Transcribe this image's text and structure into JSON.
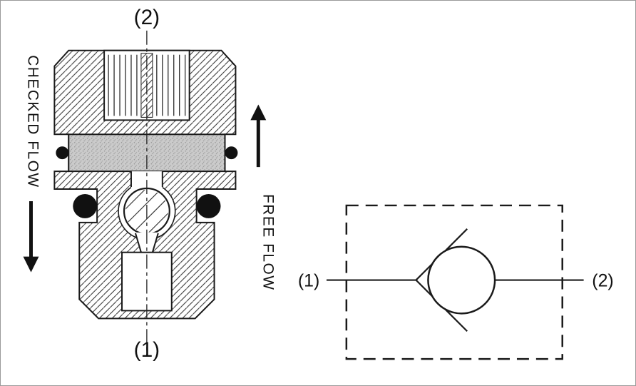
{
  "cross_section": {
    "port2_label": "(2)",
    "port1_label": "(1)",
    "checked_flow_label": "CHECKED FLOW",
    "free_flow_label": "FREE FLOW"
  },
  "schematic": {
    "port1_label": "(1)",
    "port2_label": "(2)"
  },
  "colors": {
    "line": "#1a1a1a",
    "seal_band_fill": "#cbcbcb",
    "background": "#ffffff"
  }
}
